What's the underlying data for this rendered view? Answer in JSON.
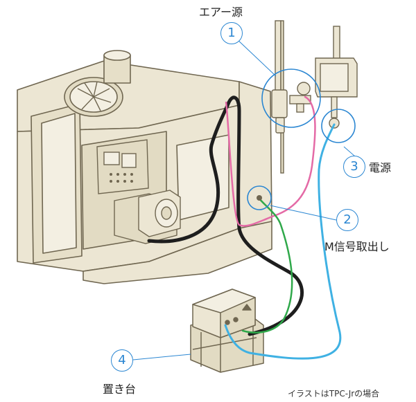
{
  "labels": {
    "air_source": "エアー源",
    "power": "電源",
    "m_signal": "M信号取出し",
    "stand": "置き台",
    "note": "イラストはTPC-Jrの場合"
  },
  "markers": [
    "1",
    "2",
    "3",
    "4"
  ],
  "colors": {
    "machine_fill": "#ece6d3",
    "machine_stroke": "#6f6650",
    "callout": "#2a86d2",
    "cable_black": "#1e1e1e",
    "cable_pink": "#e46aa6",
    "cable_green": "#2fa84a",
    "cable_blue": "#3fb1e3"
  }
}
